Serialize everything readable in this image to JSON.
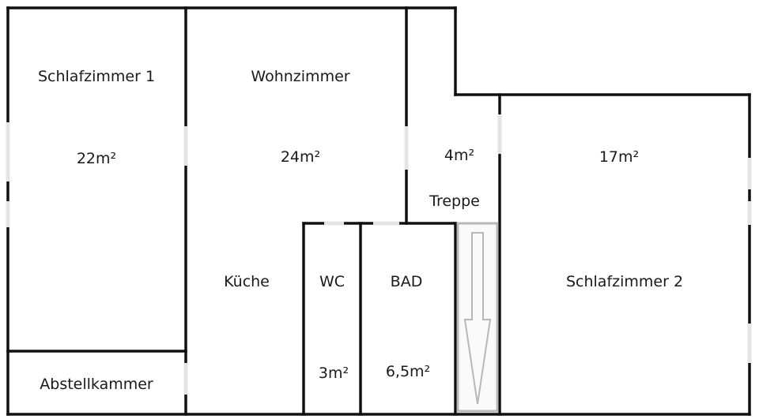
{
  "rooms": {
    "schlafzimmer1": {
      "name": "Schlafzimmer 1",
      "area": "22m²"
    },
    "wohnzimmer": {
      "name": "Wohnzimmer",
      "area": "24m²"
    },
    "kueche": {
      "name": "Küche"
    },
    "abstellkammer": {
      "name": "Abstellkammer"
    },
    "wc": {
      "name": "WC",
      "area": "3m²"
    },
    "bad": {
      "name": "BAD",
      "area": "6,5m²"
    },
    "treppe": {
      "name": "Treppe",
      "area": "4m²"
    },
    "schlafzimmer2": {
      "name": "Schlafzimmer 2",
      "area": "17m²"
    }
  },
  "colors": {
    "wall": "#111111",
    "gap": "#e4e4e4",
    "stair": "#b8b8b8"
  }
}
